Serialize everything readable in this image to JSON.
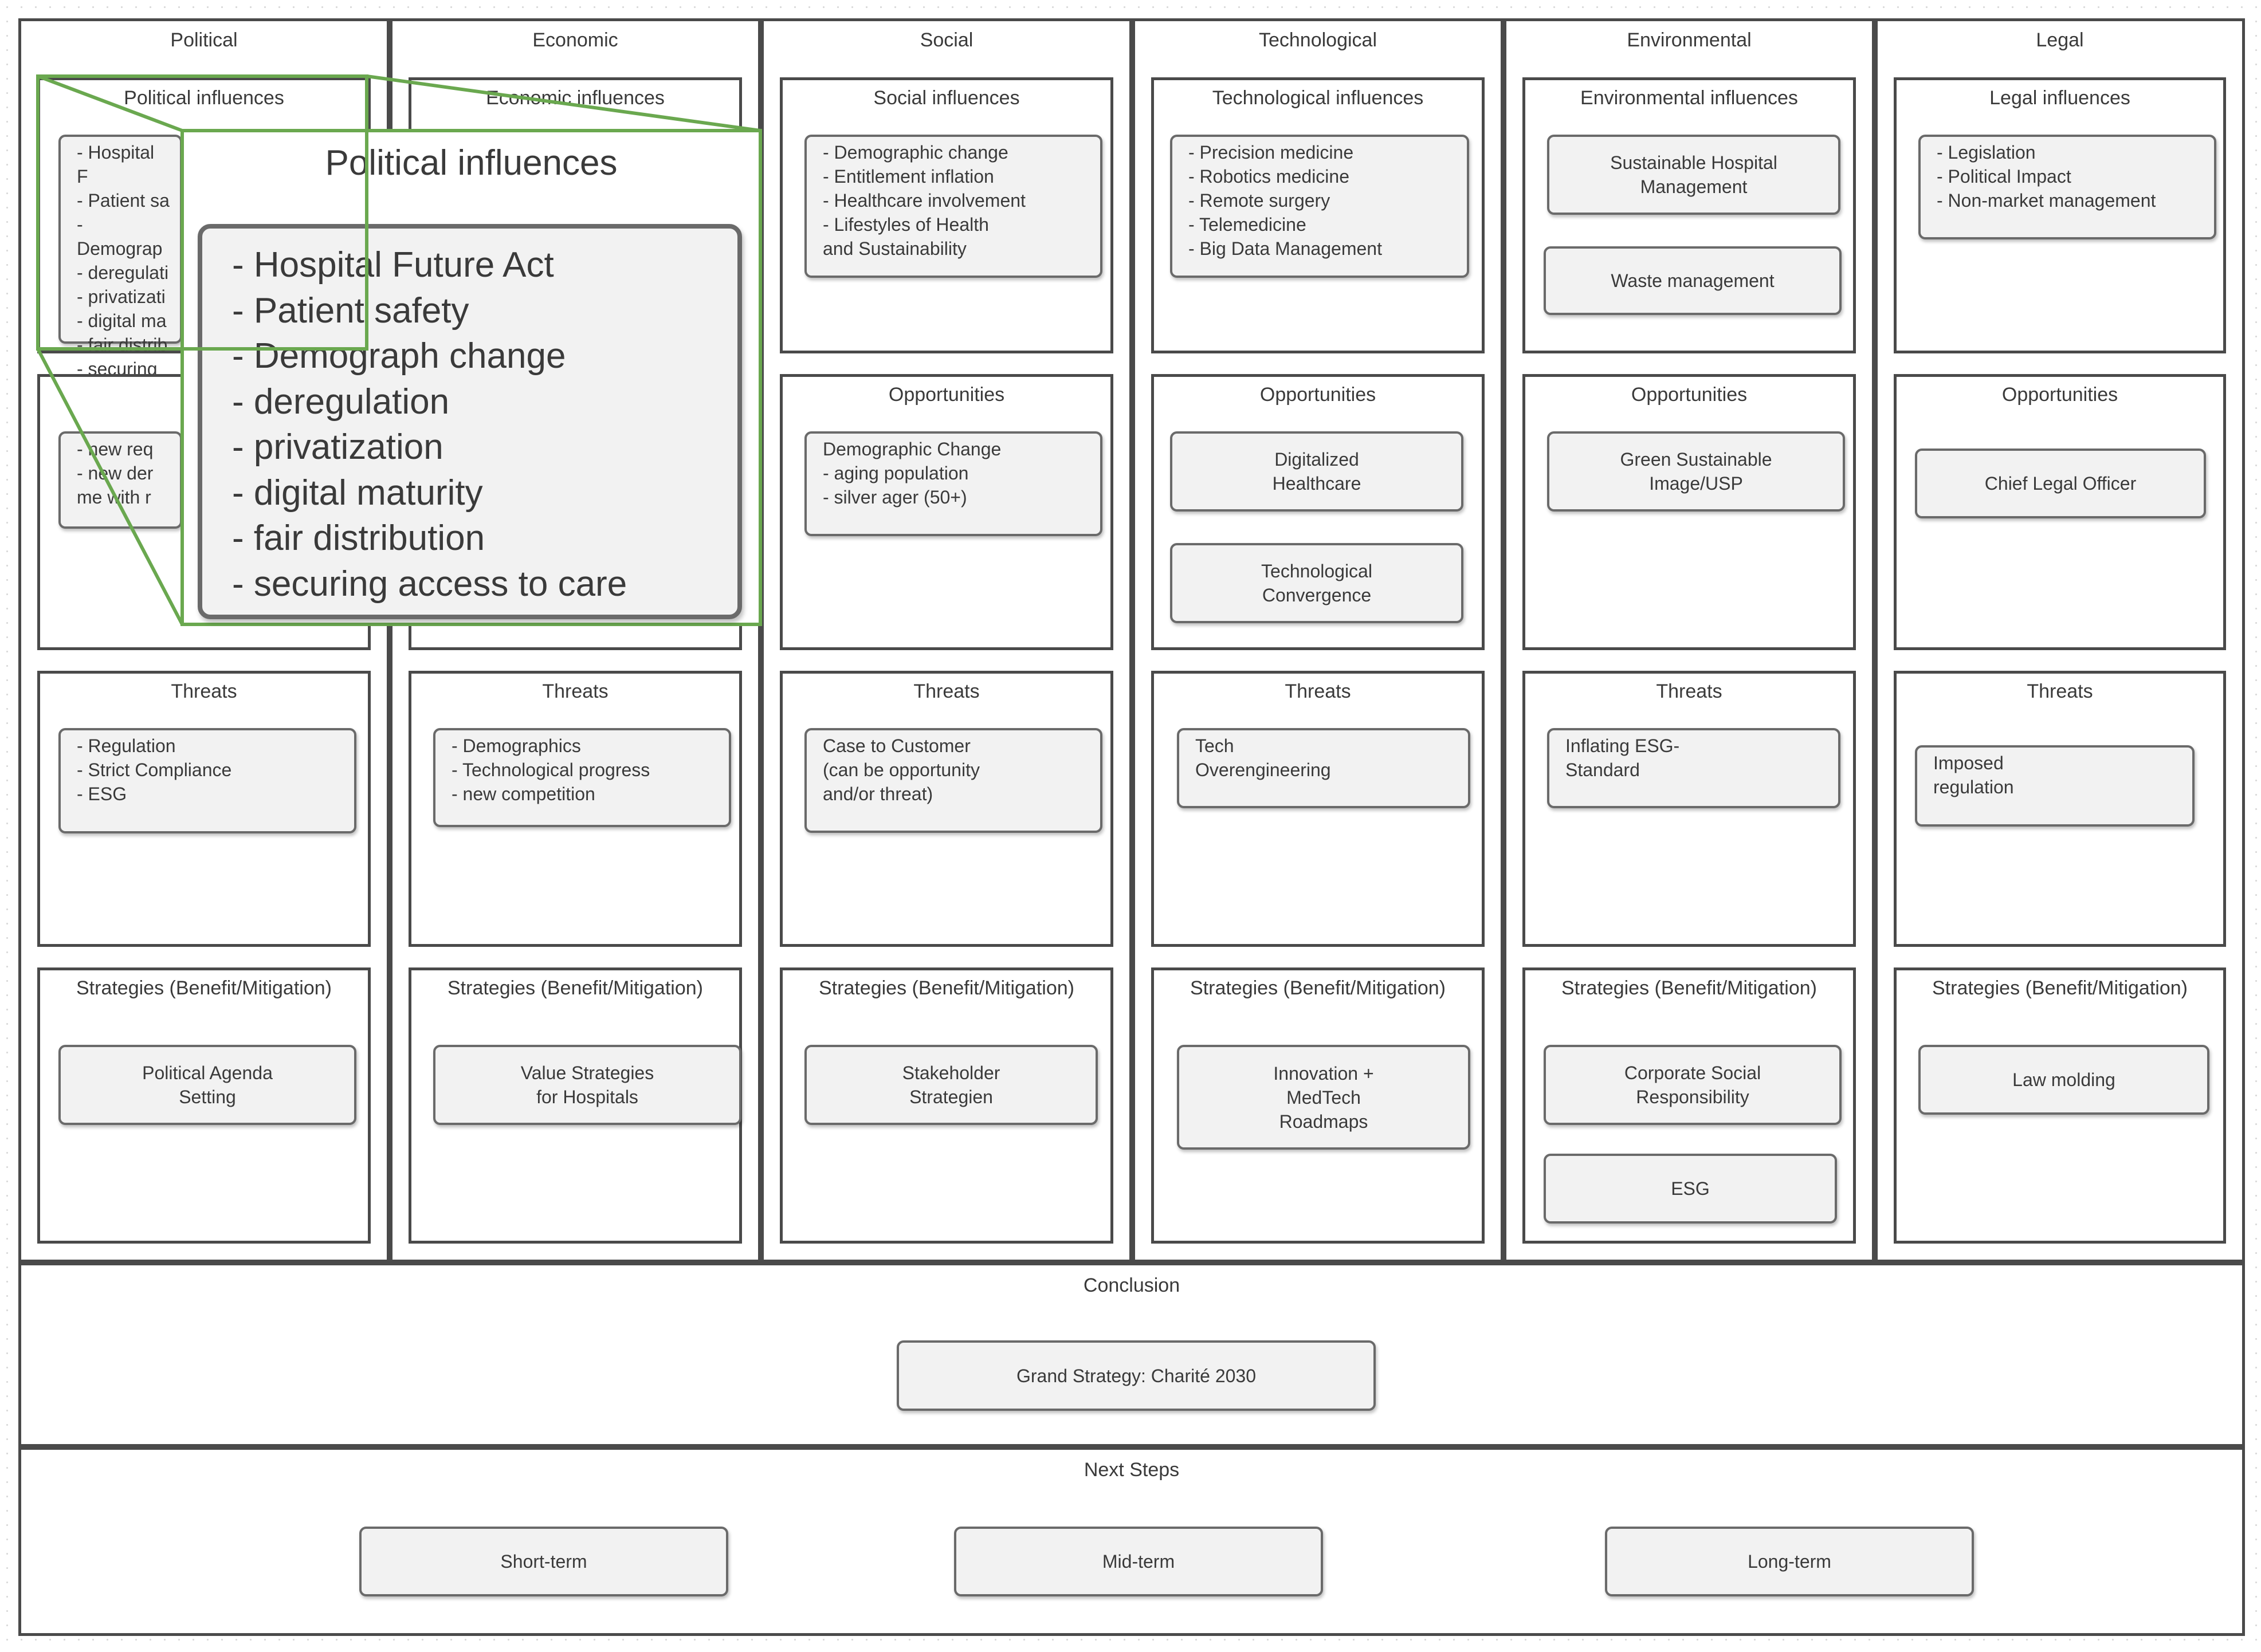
{
  "columns": [
    {
      "title": "Political",
      "influences": {
        "title": "Political influences",
        "items": [
          "- Hospital F",
          "- Patient sa",
          "- Demograp",
          "- deregulati",
          "- privatizati",
          "- digital ma",
          "- fair distrib",
          "- securing a"
        ]
      },
      "opportunities": {
        "title": "Opp",
        "items": [
          "- new req",
          "- new der",
          "me with r"
        ]
      },
      "threats": {
        "title": "Threats",
        "items": [
          "- Regulation",
          "- Strict Compliance",
          "- ESG"
        ]
      },
      "strategies": {
        "title": "Strategies (Benefit/Mitigation)",
        "cards": [
          "Political Agenda\nSetting"
        ]
      }
    },
    {
      "title": "Economic",
      "influences": {
        "title": "Economic influences",
        "items": []
      },
      "opportunities": {
        "title": "",
        "items": []
      },
      "threats": {
        "title": "Threats",
        "items": [
          "- Demographics",
          "- Technological progress",
          "- new competition"
        ]
      },
      "strategies": {
        "title": "Strategies (Benefit/Mitigation)",
        "cards": [
          "Value Strategies\nfor Hospitals"
        ]
      }
    },
    {
      "title": "Social",
      "influences": {
        "title": "Social influences",
        "items": [
          "- Demographic change",
          "- Entitlement inflation",
          "- Healthcare involvement",
          "- Lifestyles of Health",
          "and Sustainability"
        ]
      },
      "opportunities": {
        "title": "Opportunities",
        "items": [
          "Demographic Change",
          "- aging population",
          "- silver ager (50+)"
        ]
      },
      "threats": {
        "title": "Threats",
        "items": [
          "Case to Customer",
          "(can be opportunity",
          "and/or threat)"
        ]
      },
      "strategies": {
        "title": "Strategies (Benefit/Mitigation)",
        "cards": [
          "Stakeholder\nStrategien"
        ]
      }
    },
    {
      "title": "Technological",
      "influences": {
        "title": "Technological influences",
        "items": [
          "- Precision medicine",
          "- Robotics medicine",
          "- Remote surgery",
          "- Telemedicine",
          "- Big Data Management"
        ]
      },
      "opportunities": {
        "title": "Opportunities",
        "cards": [
          "Digitalized\nHealthcare",
          "Technological\nConvergence"
        ]
      },
      "threats": {
        "title": "Threats",
        "items": [
          "Tech",
          "Overengineering"
        ]
      },
      "strategies": {
        "title": "Strategies (Benefit/Mitigation)",
        "cards": [
          "Innovation +\nMedTech\nRoadmaps"
        ]
      }
    },
    {
      "title": "Environmental",
      "influences": {
        "title": "Environmental influences",
        "cards": [
          "Sustainable Hospital\nManagement",
          "Waste management"
        ]
      },
      "opportunities": {
        "title": "Opportunities",
        "cards": [
          "Green Sustainable\nImage/USP"
        ]
      },
      "threats": {
        "title": "Threats",
        "items": [
          "Inflating ESG-",
          "Standard"
        ]
      },
      "strategies": {
        "title": "Strategies (Benefit/Mitigation)",
        "cards": [
          "Corporate Social\nResponsibility",
          "ESG"
        ]
      }
    },
    {
      "title": "Legal",
      "influences": {
        "title": "Legal influences",
        "items": [
          "- Legislation",
          "- Political Impact",
          "- Non-market management"
        ]
      },
      "opportunities": {
        "title": "Opportunities",
        "cards": [
          "Chief Legal Officer"
        ]
      },
      "threats": {
        "title": "Threats",
        "items": [
          "Imposed",
          "regulation"
        ]
      },
      "strategies": {
        "title": "Strategies (Benefit/Mitigation)",
        "cards": [
          "Law molding"
        ]
      }
    }
  ],
  "conclusion": {
    "title": "Conclusion",
    "card": "Grand Strategy: Charité 2030"
  },
  "next_steps": {
    "title": "Next Steps",
    "cards": [
      "Short-term",
      "Mid-term",
      "Long-term"
    ]
  },
  "zoom": {
    "title": "Political influences",
    "items": [
      "- Hospital Future Act",
      "- Patient safety",
      "- Demograph change",
      "- deregulation",
      "- privatization",
      "- digital maturity",
      "- fair distribution",
      "- securing access to care"
    ]
  },
  "colors": {
    "highlight": "#6aa84f",
    "border": "#4a4a4a",
    "card_fill": "#f2f2f2"
  }
}
